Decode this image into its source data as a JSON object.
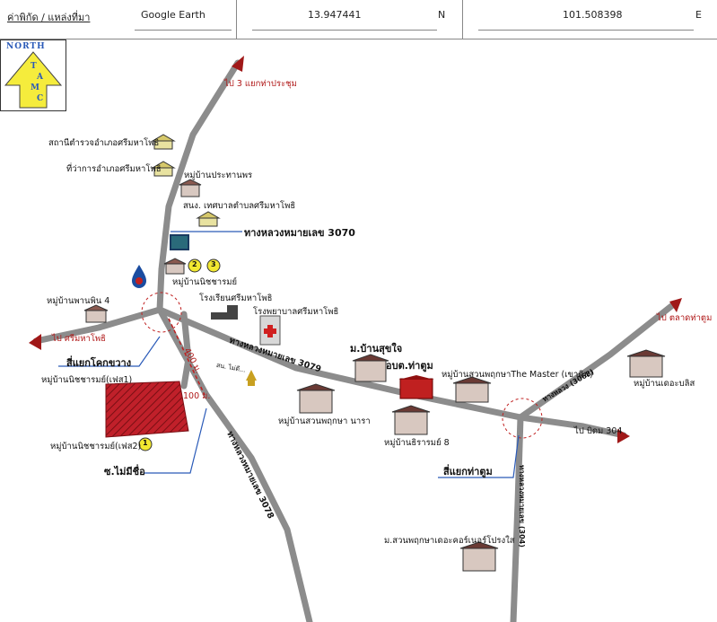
{
  "header": {
    "place_label": "ค่าพิกัด / แหล่งที่มา",
    "source": "Google Earth",
    "lat": "13.947441",
    "lat_dir": "N",
    "lon": "101.508398",
    "lon_dir": "E"
  },
  "north_logo": {
    "north": "NORTH",
    "letters": [
      "T",
      "A",
      "M",
      "C"
    ]
  },
  "labels": {
    "to_3_yaek_tha_prachum": "ไป 3 แยกท่าประชุม",
    "police": "สถานีตำรวจอำเภอศรีมหาโพธิ",
    "district_office": "ที่ว่าการอำเภอศรีมหาโพธิ",
    "ban_prathanporn": "หมู่บ้านประทานพร",
    "municipal_office": "สนง. เทศบาลตำบลศรีมหาโพธิ",
    "highway_3070": "ทางหลวงหมายเลข 3070",
    "ban_nicharom": "หมู่บ้านนิชชารมย์",
    "school": "โรงเรียนศรีมหาโพธิ",
    "hospital": "โรงพยาบาลศรีมหาโพธิ",
    "ban_phanphin": "หมู่บ้านพานพิน 4",
    "to_srimahaphot": "ไป ศรีมหาโพธิ",
    "yaek_khokkhwang": "สี่แยกโคกขวาง",
    "ban_nicharom_phase": "หมู่บ้านนิชชารมย์(เฟส1)",
    "dist_400": "400 ม.",
    "dist_100": "100 ม.",
    "highway_3079": "ทางหลวงหมายเลข 3079",
    "temple": "สน. ไม่ดี...",
    "mu_ban_sukjai": "ม.บ้านสุขใจ",
    "obt_thatoom": "อบต.ท่าตูม",
    "ban_suan_master": "หมู่บ้านสวนพฤกษาThe Master (เขาดิน)",
    "ban_suan_nara": "หมู่บ้านสวนพฤกษา นารา",
    "ban_dharom8": "หมู่บ้านธิรารมย์ 8",
    "to_talad_thatoom": "ไป ตลาดท่าตูม",
    "ban_de_bliss": "หมู่บ้านเดอะบลิส",
    "road_3068": "ทางหลวง (3068)",
    "to_bit_304": "ไป บิดม 304",
    "yaek_thatoom": "สี่แยกท่าตูม",
    "ban_nicharom2": "หมู่บ้านนิชชารมย์(เฟส2)",
    "soi_mai_mi_chue": "ซ.ไม่มีชื่อ",
    "highway_3078": "ทางหลวงหมายเลข 3078",
    "road_304_vertical": "ทางหลวงหมายเลข (304)",
    "ban_suan_cornercreek": "ม.สวนพฤกษาเดอะคอร์เนอร์โปรงใส",
    "badge_2": "2",
    "badge_3": "3",
    "badge_1": "1"
  },
  "colors": {
    "road": "#8c8c8c",
    "arrow": "#a01818",
    "plot": "#c0202a",
    "callout_line": "#2a5ab8",
    "badge": "#f2e830",
    "logo_arrow": "#f5ec3c"
  }
}
